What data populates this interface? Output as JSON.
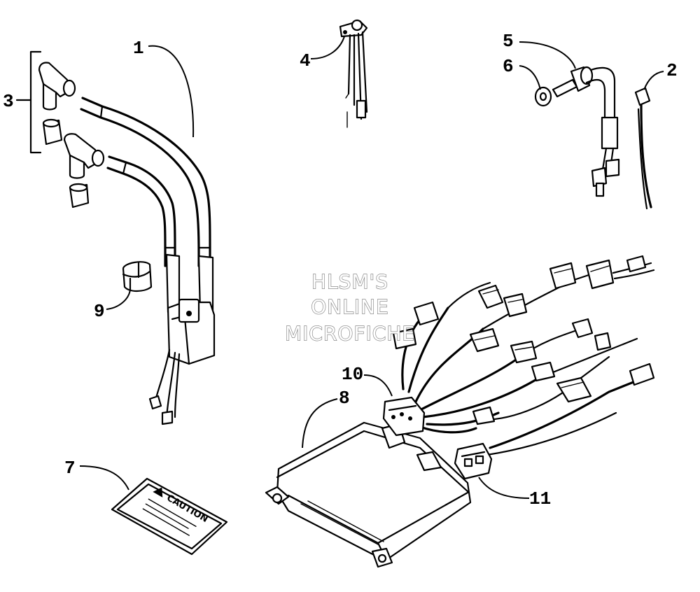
{
  "diagram": {
    "callouts": [
      {
        "id": "1",
        "text": "1"
      },
      {
        "id": "2",
        "text": "2"
      },
      {
        "id": "3",
        "text": "3"
      },
      {
        "id": "4",
        "text": "4"
      },
      {
        "id": "5",
        "text": "5"
      },
      {
        "id": "6",
        "text": "6"
      },
      {
        "id": "7",
        "text": "7"
      },
      {
        "id": "8",
        "text": "8"
      },
      {
        "id": "9",
        "text": "9"
      },
      {
        "id": "10",
        "text": "10"
      },
      {
        "id": "11",
        "text": "11"
      }
    ],
    "watermark": {
      "line1": "HLSM'S",
      "line2": "ONLINE",
      "line3": "MICROFICHE"
    },
    "caution_label": {
      "heading": "CAUTION"
    },
    "colors": {
      "ink": "#000000",
      "paper": "#ffffff",
      "watermark_outline": "#8a8a8a"
    }
  }
}
